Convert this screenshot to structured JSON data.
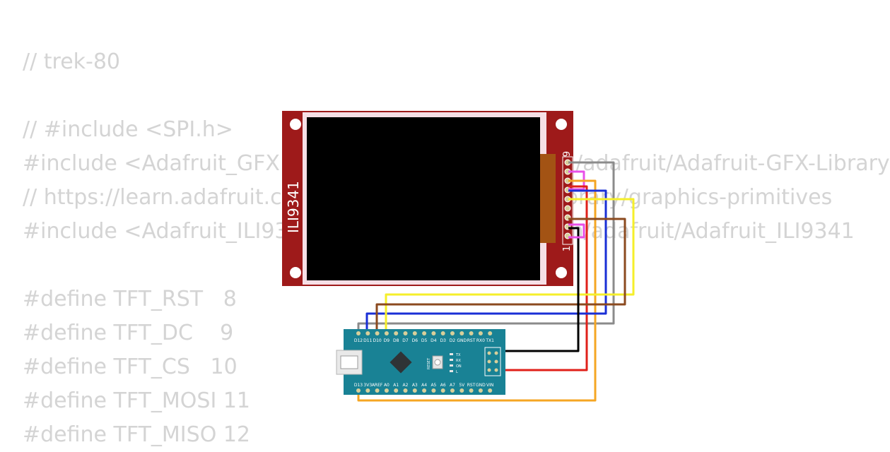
{
  "code_lines": [
    "// trek-80",
    "",
    "// #include <SPI.h>",
    "#include <Adafruit_GFX.h>      // https://github.com/adafruit/Adafruit-GFX-Library",
    "// https://learn.adafruit.com/adafruit-gfx-graphics-library/graphics-primitives",
    "#include <Adafruit_ILI9341.h>  // https://github.com/adafruit/Adafruit_ILI9341",
    "",
    "#define TFT_RST   8",
    "#define TFT_DC    9",
    "#define TFT_CS   10",
    "#define TFT_MOSI 11",
    "#define TFT_MISO 12"
  ],
  "display": {
    "label": "ILI9341",
    "pin_first": "1",
    "pin_last": "9",
    "colors": {
      "pcb": "#9e1a1a",
      "bezel": "#f6dfe6",
      "screen": "#000000",
      "flex": "#a35314"
    }
  },
  "nano": {
    "top_pins": [
      "D12",
      "D11",
      "D10",
      "D9",
      "D8",
      "D7",
      "D6",
      "D5",
      "D4",
      "D3",
      "D2",
      "GND",
      "RST",
      "RX0",
      "TX1"
    ],
    "bottom_pins": [
      "D13",
      "3V3",
      "AREF",
      "A0",
      "A1",
      "A2",
      "A3",
      "A4",
      "A5",
      "A6",
      "A7",
      "5V",
      "RST",
      "GND",
      "VIN"
    ],
    "reset_label": "RESET",
    "led_labels": [
      "TX",
      "RX",
      "ON",
      "L"
    ],
    "colors": {
      "board": "#198295",
      "chip": "#2f3336",
      "header": "#d8cf9a"
    }
  },
  "wire_colors": {
    "gray": "#8b8b8b",
    "magenta": "#e84fe8",
    "orange": "#f5a623",
    "blue": "#1a2fd6",
    "yellow": "#f5ef2a",
    "brown": "#8b4a1f",
    "black": "#000000",
    "red": "#e0201a"
  }
}
